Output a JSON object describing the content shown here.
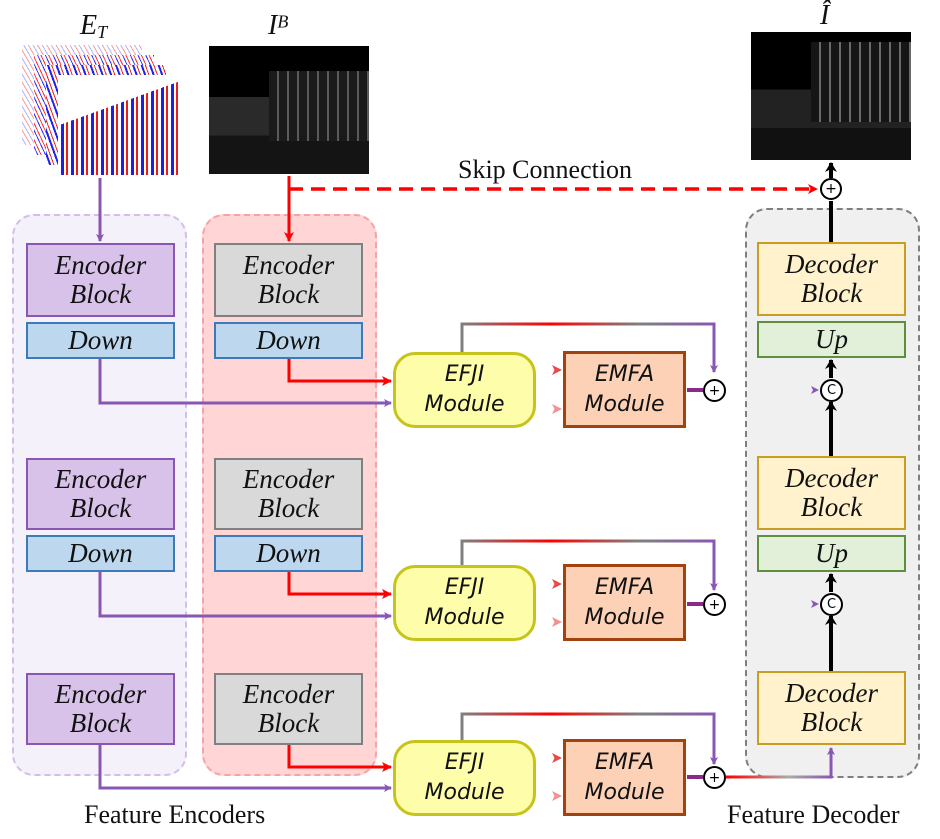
{
  "inputs": {
    "event_label": "E",
    "event_sub": "T",
    "blur_label": "I",
    "blur_sup": "B",
    "output_label": "Î"
  },
  "skip_connection": "Skip Connection",
  "encoders": {
    "caption": "Feature Encoders",
    "event_branch": [
      "Encoder Block",
      "Encoder Block",
      "Encoder Block"
    ],
    "image_branch": [
      "Encoder Block",
      "Encoder Block",
      "Encoder Block"
    ],
    "down_label": "Down"
  },
  "fusion": {
    "efji": "EFJI Module",
    "emfa": "EMFA Module",
    "add_symbol": "+",
    "concat_symbol": "C"
  },
  "decoder": {
    "caption": "Feature Decoder",
    "blocks": [
      "Decoder Block",
      "Decoder Block",
      "Decoder Block"
    ],
    "up_label": "Up"
  },
  "colors": {
    "event_path": "#8a56b3",
    "image_path": "#ff0000",
    "decoder_path": "#000000"
  }
}
